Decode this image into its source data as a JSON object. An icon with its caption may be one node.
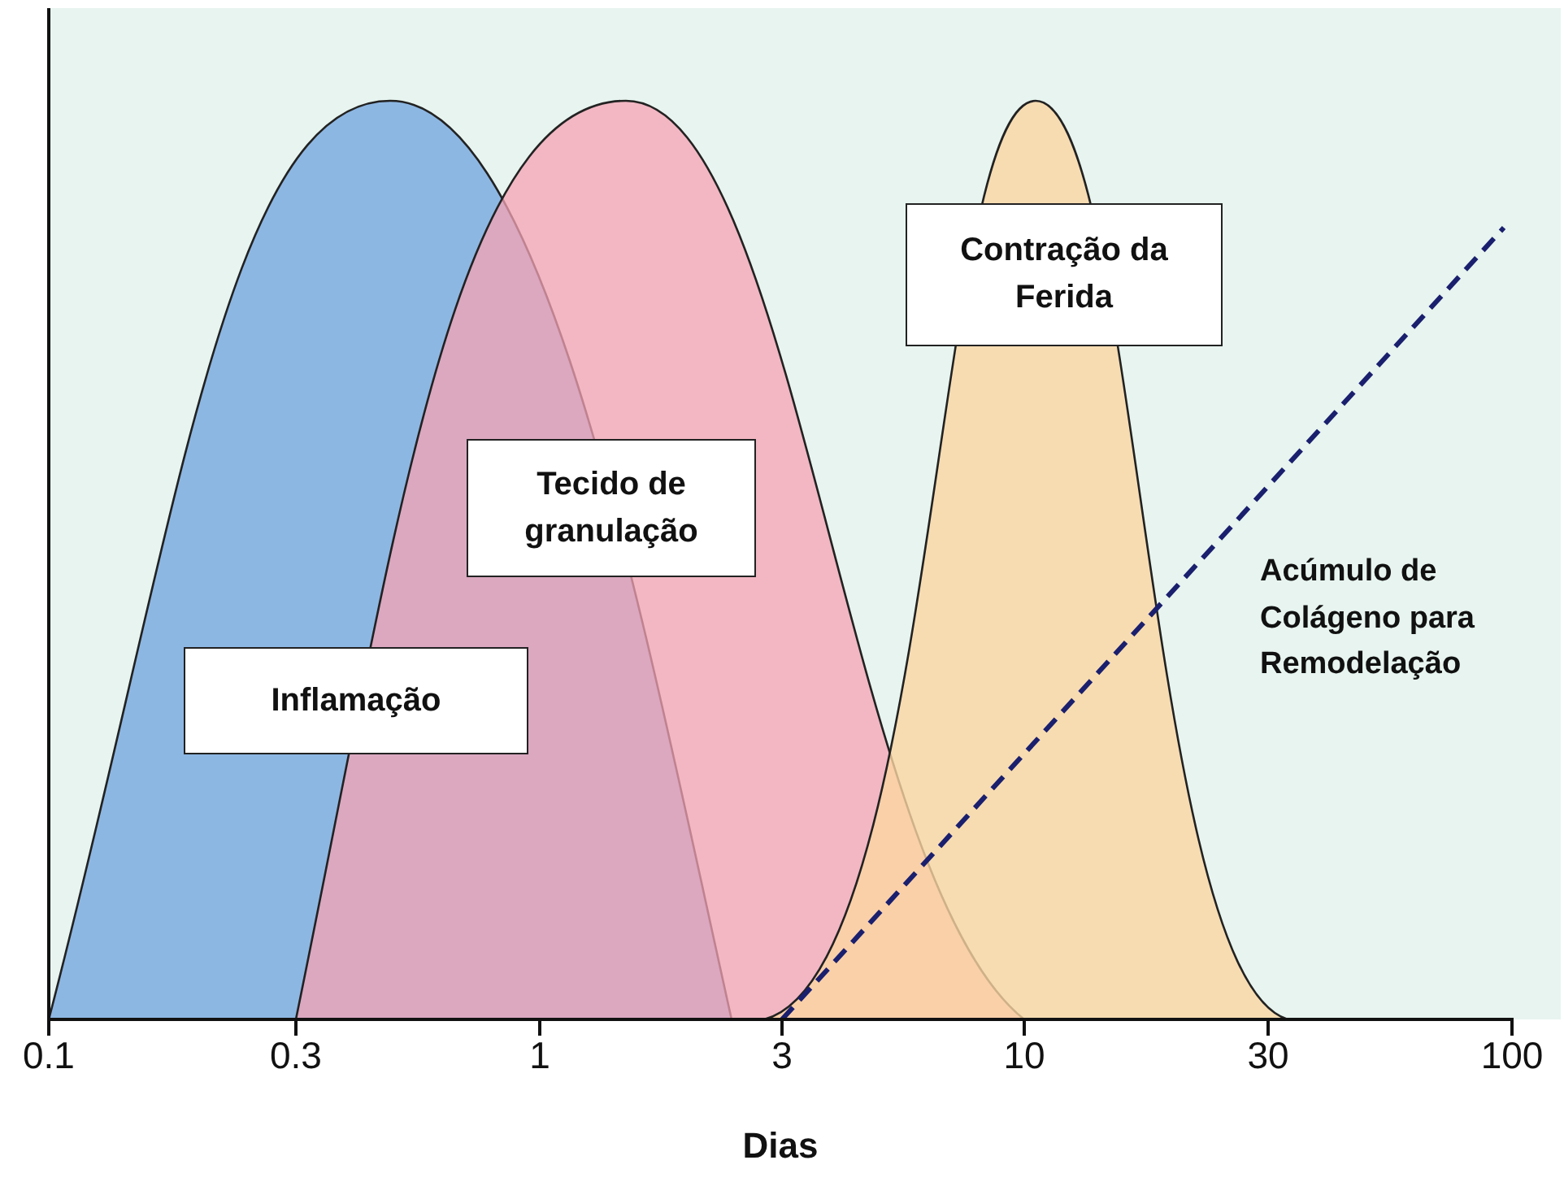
{
  "diagram": {
    "nodes": [
      {
        "text": [
          "Contração da Ferida"
        ]
      },
      {
        "text": [
          "Tecido de granulação"
        ]
      },
      {
        "text": [
          "Inflamação"
        ]
      }
    ],
    "edges": [],
    "labels": [
      "Acúmulo de Colágeno para Remodelação",
      "0.1",
      "0.3",
      "1",
      "3",
      "10",
      "30",
      "100",
      "Dias"
    ]
  }
}
